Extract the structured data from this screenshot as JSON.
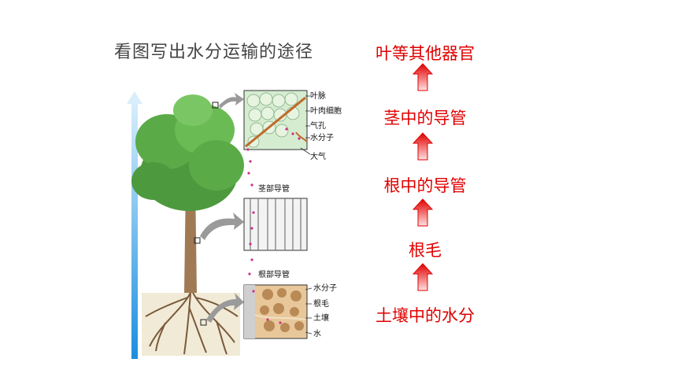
{
  "title": "看图写出水分运输的途径",
  "steps": [
    "叶等其他器官",
    "茎中的导管",
    "根中的导管",
    "根毛",
    "土壤中的水分"
  ],
  "diagram": {
    "leaf_labels": [
      "叶脉",
      "叶肉细胞",
      "气孔",
      "水分子",
      "大气"
    ],
    "stem_label": "茎部导管",
    "root_label": "根部导管",
    "root_parts": [
      "水分子",
      "根毛",
      "土壤",
      "水"
    ]
  },
  "colors": {
    "step_text": "#e00000",
    "arrow": "#e00000",
    "title": "#444444"
  }
}
